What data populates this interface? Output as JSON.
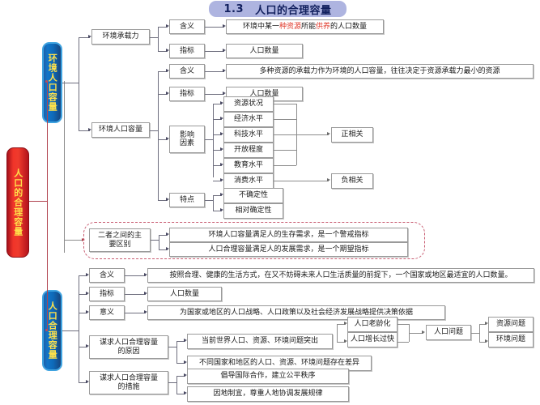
{
  "title": {
    "number": "1.3",
    "text": "人口的合理容量"
  },
  "root": {
    "label": "人口的合理容量"
  },
  "branches": {
    "env_capacity": {
      "label": "环境人口容量"
    },
    "rational_capacity": {
      "label": "人口合理容量"
    }
  },
  "labels": {
    "meaning": "含义",
    "indicator": "指标",
    "significance": "意义",
    "factors": "影响\n因素",
    "factors_l1": "影响",
    "factors_l2": "因素",
    "features": "特点",
    "carrying_capacity": "环境承载力",
    "env_population_capacity": "环境人口容量",
    "difference_l1": "二者之间的主",
    "difference_l2": "要区别",
    "reason_l1": "谋求人口合理容量",
    "reason_l2": "的原因",
    "measure_l1": "谋求人口合理容量",
    "measure_l2": "的措施"
  },
  "content": {
    "carry_meaning_pre": "环境中某一",
    "carry_meaning_red1": "种资源",
    "carry_meaning_mid": "所能",
    "carry_meaning_red2": "供养",
    "carry_meaning_post": "的人口数量",
    "population_number": "人口数量",
    "env_meaning": "多种资源的承载力作为环境的人口容量，往往决定于资源承载力最小的资源",
    "positive": "正相关",
    "negative": "负相关",
    "uncertain": "不确定性",
    "relative_certain": "相对确定性",
    "diff_line1": "环境人口容量满足人的生存需求，是一个警戒指标",
    "diff_line2": "人口合理容量满足人的发展需求，是一个期望指标",
    "rational_meaning": "按照合理、健康的生活方式，在又不妨碍未来人口生活质量的前提下，一个国家或地区最适宜的人口数量。",
    "rational_significance": "为国家或地区的人口战略、人口政策以及社会经济发展战略提供决策依据",
    "reason1": "当前世界人口、资源、环境问题突出",
    "reason2": "不同国家和地区的人口、资源、环境问题存在差异",
    "measure1": "倡导国际合作，建立公平秩序",
    "measure2": "因地制宜，尊重人地协调发展规律",
    "aging": "人口老龄化",
    "fast_growth": "人口增长过快",
    "population_problem": "人口问题",
    "resource_problem": "资源问题",
    "environment_problem": "环境问题"
  },
  "factors": [
    {
      "name": "资源状况"
    },
    {
      "name": "经济水平"
    },
    {
      "name": "科技水平"
    },
    {
      "name": "开放程度"
    },
    {
      "name": "教育水平"
    },
    {
      "name": "消费水平"
    }
  ],
  "colors": {
    "title_pill": "#aeb4e0",
    "title_text": "#12205e",
    "root_red": "#ef3b2d",
    "branch_blue": "#1275c8",
    "banner_text": "#ffe04a",
    "emphasis_red": "#e0392b",
    "dashed_border": "#c85d72",
    "box_border": "#9a9a9a"
  }
}
